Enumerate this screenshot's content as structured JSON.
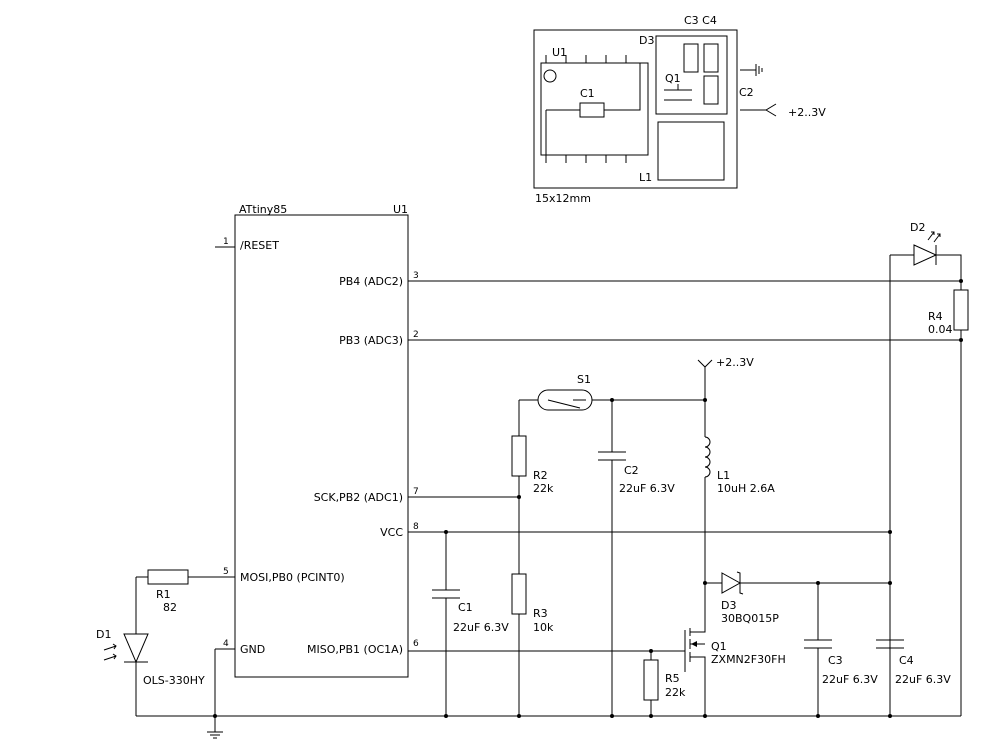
{
  "layout": {
    "label_u1": "U1",
    "label_c1": "C1",
    "label_d3": "D3",
    "label_c3c4": "C3 C4",
    "label_q1": "Q1",
    "label_c2": "C2",
    "label_l1": "L1",
    "supply": "+2..3V",
    "size": "15x12mm"
  },
  "mcu": {
    "part": "ATtiny85",
    "ref": "U1",
    "pins": [
      {
        "num": "1",
        "name": "/RESET"
      },
      {
        "num": "3",
        "name": "PB4 (ADC2)"
      },
      {
        "num": "2",
        "name": "PB3 (ADC3)"
      },
      {
        "num": "7",
        "name": "SCK,PB2 (ADC1)"
      },
      {
        "num": "8",
        "name": "VCC"
      },
      {
        "num": "5",
        "name": "MOSI,PB0 (PCINT0)"
      },
      {
        "num": "4",
        "name": "GND"
      },
      {
        "num": "6",
        "name": "MISO,PB1 (OC1A)"
      }
    ]
  },
  "components": {
    "d2": {
      "ref": "D2"
    },
    "r4": {
      "ref": "R4",
      "value": "0.04"
    },
    "supply": {
      "value": "+2..3V"
    },
    "s1": {
      "ref": "S1"
    },
    "r2": {
      "ref": "R2",
      "value": "22k"
    },
    "c2": {
      "ref": "C2",
      "value": "22uF 6.3V"
    },
    "l1": {
      "ref": "L1",
      "value": "10uH 2.6A"
    },
    "r1": {
      "ref": "R1",
      "value": "82"
    },
    "d1": {
      "ref": "D1",
      "value": "OLS-330HY"
    },
    "c1": {
      "ref": "C1",
      "value": "22uF 6.3V"
    },
    "r3": {
      "ref": "R3",
      "value": "10k"
    },
    "d3": {
      "ref": "D3",
      "value": "30BQ015P"
    },
    "q1": {
      "ref": "Q1",
      "value": "ZXMN2F30FH"
    },
    "r5": {
      "ref": "R5",
      "value": "22k"
    },
    "c3": {
      "ref": "C3",
      "value": "22uF 6.3V"
    },
    "c4": {
      "ref": "C4",
      "value": "22uF 6.3V"
    }
  }
}
